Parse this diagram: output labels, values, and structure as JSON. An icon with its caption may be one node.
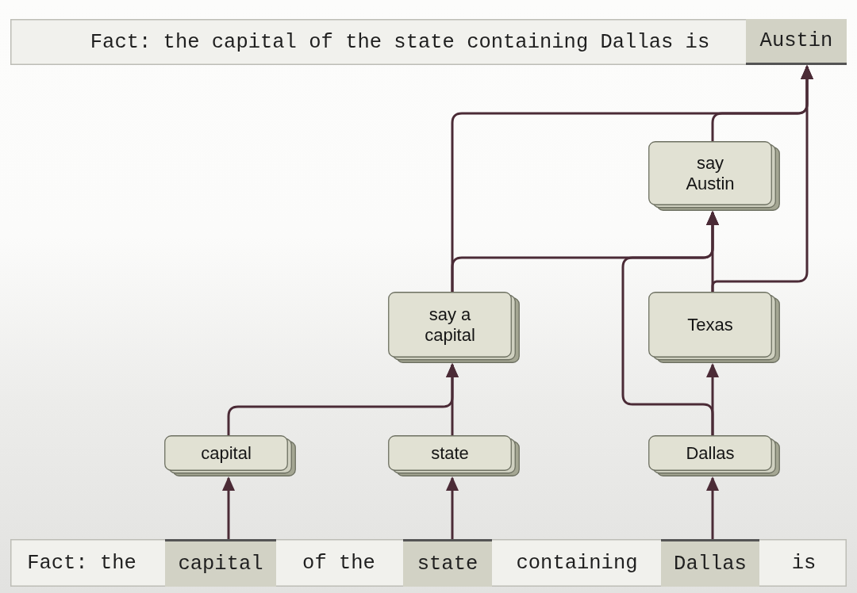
{
  "diagram": {
    "nodes": [
      {
        "text": [],
        "shape": "bar"
      },
      {
        "text": [
          "Fact: the capital of the state containing Dallas is"
        ],
        "in": 0
      },
      {
        "text": [
          "Austin"
        ],
        "in": 0
      },
      {
        "text": [
          "say Austin"
        ]
      },
      {
        "text": [
          "say a capital"
        ]
      },
      {
        "text": [
          "Texas"
        ]
      },
      {
        "text": [
          "capital"
        ]
      },
      {
        "text": [
          "state"
        ]
      },
      {
        "text": [
          "Dallas"
        ]
      },
      {
        "text": [],
        "shape": "bar"
      },
      {
        "text": [
          "Fact: the"
        ],
        "in": 9
      },
      {
        "text": [
          "capital"
        ],
        "in": 9
      },
      {
        "text": [
          "of the"
        ],
        "in": 9
      },
      {
        "text": [
          "state"
        ],
        "in": 9
      },
      {
        "text": [
          "containing"
        ],
        "in": 9
      },
      {
        "text": [
          "Dallas"
        ],
        "in": 9
      },
      {
        "text": [
          "is"
        ],
        "in": 9
      }
    ],
    "edges": [
      {
        "from": 11,
        "to": 6,
        "arrow": "to"
      },
      {
        "from": 13,
        "to": 7,
        "arrow": "to"
      },
      {
        "from": 15,
        "to": 8,
        "arrow": "to"
      },
      {
        "from": 6,
        "to": 4,
        "arrow": "to"
      },
      {
        "from": 7,
        "to": 4,
        "arrow": "to"
      },
      {
        "from": 8,
        "to": 5,
        "arrow": "to"
      },
      {
        "from": 8,
        "to": 3,
        "arrow": "to"
      },
      {
        "from": 5,
        "to": 3,
        "arrow": "to"
      },
      {
        "from": 4,
        "to": 3,
        "arrow": "to"
      },
      {
        "from": 4,
        "to": 2,
        "arrow": "to"
      },
      {
        "from": 3,
        "to": 2,
        "arrow": "to"
      },
      {
        "from": 5,
        "to": 2,
        "arrow": "to"
      }
    ]
  }
}
